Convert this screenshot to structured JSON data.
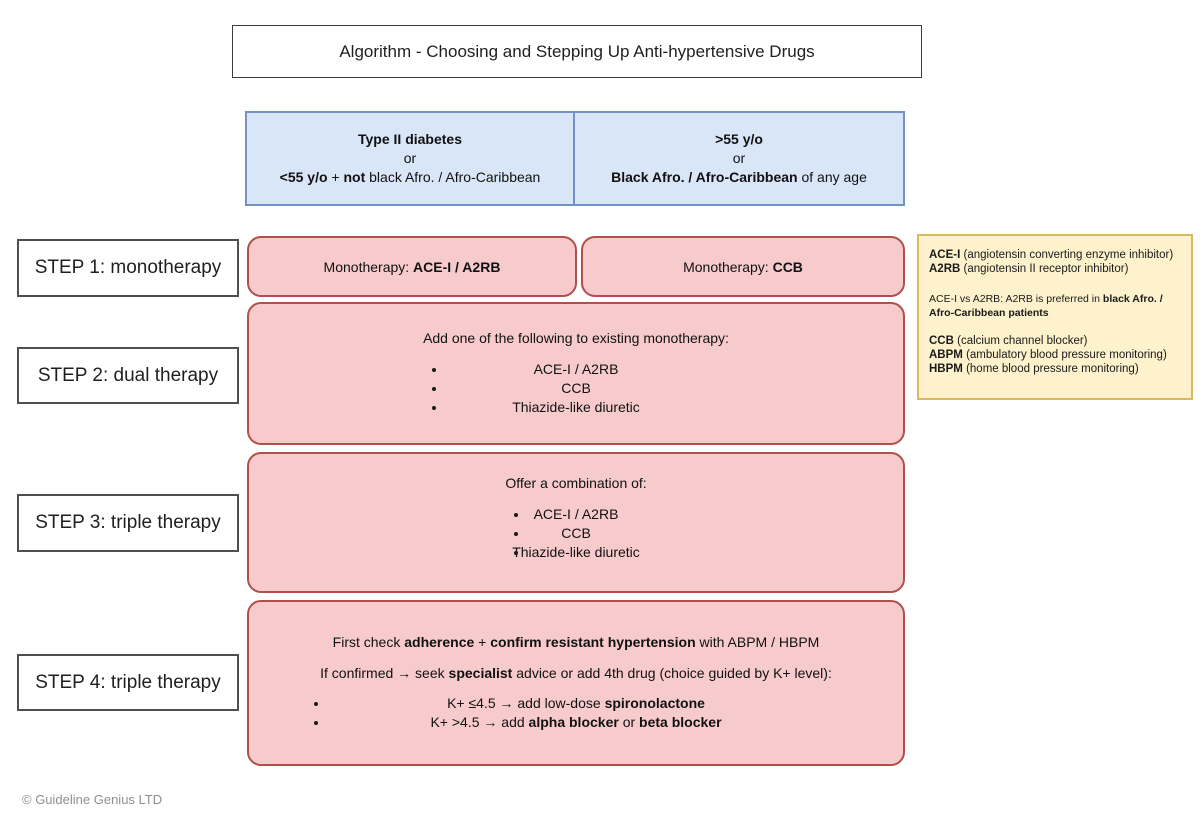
{
  "title": "Algorithm - Choosing and Stepping Up Anti-hypertensive Drugs",
  "header_left": {
    "l1": "Type II diabetes",
    "l2": "or",
    "l3a": "<55 y/o",
    "l3b": " + ",
    "l3c": "not",
    "l3d": " black Afro. / Afro-Caribbean"
  },
  "header_right": {
    "l1": ">55 y/o",
    "l2": "or",
    "l3a": "Black Afro. / Afro-Caribbean",
    "l3b": " of any age"
  },
  "steps": {
    "s1": "STEP 1: monotherapy",
    "s2": "STEP 2: dual therapy",
    "s3": "STEP 3: triple therapy",
    "s4": "STEP 4: triple therapy"
  },
  "step1": {
    "left_label": "Monotherapy: ",
    "left_value": "ACE-I / A2RB",
    "right_label": "Monotherapy: ",
    "right_value": "CCB"
  },
  "step2": {
    "heading": "Add one of the following to existing monotherapy:",
    "items": [
      "ACE-I / A2RB",
      "CCB",
      "Thiazide-like diuretic"
    ]
  },
  "step3": {
    "heading": "Offer a combination of:",
    "items": [
      "ACE-I / A2RB",
      "CCB",
      "Thiazide-like diuretic"
    ]
  },
  "step4": {
    "line1a": "First check ",
    "line1b": "adherence",
    "line1c": " + ",
    "line1d": "confirm resistant hypertension",
    "line1e": " with ABPM / HBPM",
    "line2a": "If confirmed → seek ",
    "line2b": "specialist",
    "line2c": " advice or add 4th drug (choice guided by K+ level):",
    "item1a": "K+ ≤4.5 → add low-dose ",
    "item1b": "spironolactone",
    "item2a": "K+ >4.5 → add ",
    "item2b": "alpha blocker",
    "item2c": " or ",
    "item2d": "beta blocker"
  },
  "legend": {
    "l1a": "ACE-I",
    "l1b": " (angiotensin converting enzyme inhibitor)",
    "l2a": "A2RB",
    "l2b": " (angiotensin II receptor inhibitor)",
    "note_a": "ACE-I vs A2RB: A2RB is preferred in ",
    "note_b": "black Afro. / Afro-Caribbean patients",
    "l3a": "CCB",
    "l3b": " (calcium channel blocker)",
    "l4a": "ABPM",
    "l4b": " (ambulatory blood pressure monitoring)",
    "l5a": "HBPM",
    "l5b": " (home blood pressure monitoring)"
  },
  "footer": "© Guideline Genius LTD",
  "colors": {
    "pink_fill": "#f7cbcb",
    "pink_border": "#b1504b",
    "blue_fill": "#d9e6f8",
    "blue_border": "#7292c7",
    "yellow_fill": "#fdf2cc",
    "yellow_border": "#d8ba5d",
    "footer_text": "#8f8f8f"
  }
}
